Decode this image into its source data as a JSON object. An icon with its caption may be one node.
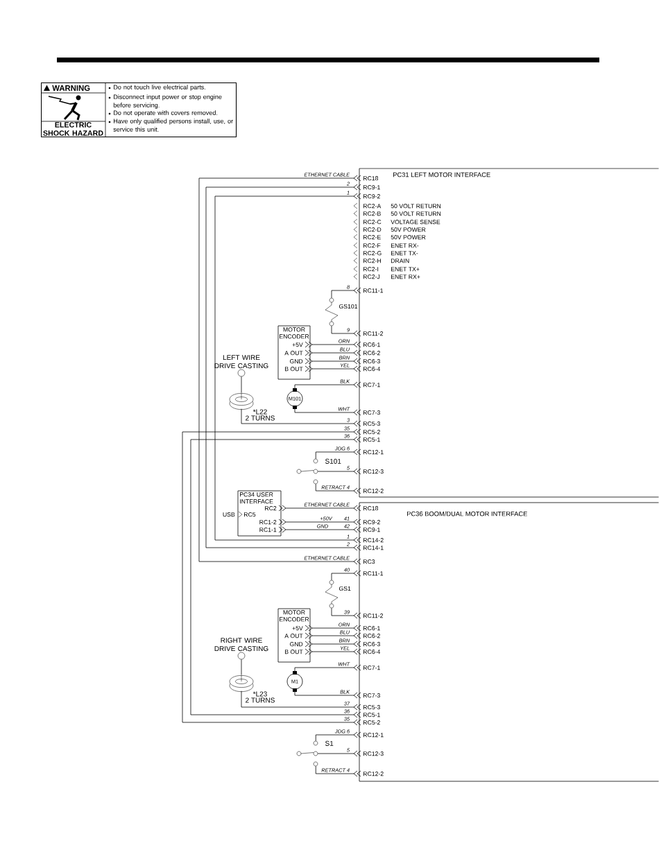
{
  "diagram": {
    "nodes": [
      {
        "text": [
          "WARNING",
          "ELECTRIC SHOCK HAZARD",
          "Do not touch live electrical parts.",
          "Disconnect input power or stop engine before servicing.",
          "Do not operate with covers removed.",
          "Have only qualified persons install, use, or service this unit."
        ]
      },
      {
        "text": [
          "PC31 LEFT MOTOR INTERFACE"
        ]
      },
      {
        "text": [
          "RC18"
        ],
        "in": 1
      },
      {
        "text": [
          "RC9-1"
        ],
        "in": 1
      },
      {
        "text": [
          "RC9-2"
        ],
        "in": 1
      },
      {
        "text": [
          "RC2-A",
          "50 VOLT RETURN"
        ],
        "in": 1
      },
      {
        "text": [
          "RC2-B",
          "50 VOLT RETURN"
        ],
        "in": 1
      },
      {
        "text": [
          "RC2-C",
          "VOLTAGE SENSE"
        ],
        "in": 1
      },
      {
        "text": [
          "RC2-D",
          "50V POWER"
        ],
        "in": 1
      },
      {
        "text": [
          "RC2-E",
          "50V POWER"
        ],
        "in": 1
      },
      {
        "text": [
          "RC2-F",
          "ENET RX-"
        ],
        "in": 1
      },
      {
        "text": [
          "RC2-G",
          "ENET TX-"
        ],
        "in": 1
      },
      {
        "text": [
          "RC2-H",
          "DRAIN"
        ],
        "in": 1
      },
      {
        "text": [
          "RC2-I",
          "ENET TX+"
        ],
        "in": 1
      },
      {
        "text": [
          "RC2-J",
          "ENET RX+"
        ],
        "in": 1
      },
      {
        "text": [
          "RC11-1"
        ],
        "in": 1
      },
      {
        "text": [
          "RC11-2"
        ],
        "in": 1
      },
      {
        "text": [
          "RC6-1"
        ],
        "in": 1
      },
      {
        "text": [
          "RC6-2"
        ],
        "in": 1
      },
      {
        "text": [
          "RC6-3"
        ],
        "in": 1
      },
      {
        "text": [
          "RC6-4"
        ],
        "in": 1
      },
      {
        "text": [
          "RC7-1"
        ],
        "in": 1
      },
      {
        "text": [
          "RC7-3"
        ],
        "in": 1
      },
      {
        "text": [
          "RC5-3"
        ],
        "in": 1
      },
      {
        "text": [
          "RC5-2"
        ],
        "in": 1
      },
      {
        "text": [
          "RC5-1"
        ],
        "in": 1
      },
      {
        "text": [
          "RC12-1"
        ],
        "in": 1
      },
      {
        "text": [
          "RC12-3"
        ],
        "in": 1
      },
      {
        "text": [
          "RC12-2"
        ],
        "in": 1
      },
      {
        "text": [
          "GS101"
        ]
      },
      {
        "text": [
          "MOTOR ENCODER"
        ]
      },
      {
        "text": [
          "+5V"
        ],
        "in": 30
      },
      {
        "text": [
          "A OUT"
        ],
        "in": 30
      },
      {
        "text": [
          "GND"
        ],
        "in": 30
      },
      {
        "text": [
          "B OUT"
        ],
        "in": 30
      },
      {
        "text": [
          "M101"
        ]
      },
      {
        "text": [
          "LEFT WIRE DRIVE CASTING"
        ]
      },
      {
        "text": [
          "*L22",
          "2 TURNS"
        ]
      },
      {
        "text": [
          "S101"
        ]
      },
      {
        "text": [
          "PC34 USER INTERFACE"
        ]
      },
      {
        "text": [
          "RC2"
        ],
        "in": 39
      },
      {
        "text": [
          "RC5"
        ],
        "in": 39
      },
      {
        "text": [
          "RC1-2"
        ],
        "in": 39
      },
      {
        "text": [
          "RC1-1"
        ],
        "in": 39
      },
      {
        "text": [
          "PC36 BOOM/DUAL MOTOR INTERFACE"
        ]
      },
      {
        "text": [
          "RC18"
        ],
        "in": 44
      },
      {
        "text": [
          "RC9-2"
        ],
        "in": 44
      },
      {
        "text": [
          "RC9-1"
        ],
        "in": 44
      },
      {
        "text": [
          "RC14-2"
        ],
        "in": 44
      },
      {
        "text": [
          "RC14-1"
        ],
        "in": 44
      },
      {
        "text": [
          "RC3"
        ],
        "in": 44
      },
      {
        "text": [
          "RC11-1"
        ],
        "in": 44
      },
      {
        "text": [
          "RC11-2"
        ],
        "in": 44
      },
      {
        "text": [
          "RC6-1"
        ],
        "in": 44
      },
      {
        "text": [
          "RC6-2"
        ],
        "in": 44
      },
      {
        "text": [
          "RC6-3"
        ],
        "in": 44
      },
      {
        "text": [
          "RC6-4"
        ],
        "in": 44
      },
      {
        "text": [
          "RC7-1"
        ],
        "in": 44
      },
      {
        "text": [
          "RC7-3"
        ],
        "in": 44
      },
      {
        "text": [
          "RC5-3"
        ],
        "in": 44
      },
      {
        "text": [
          "RC5-1"
        ],
        "in": 44
      },
      {
        "text": [
          "RC5-2"
        ],
        "in": 44
      },
      {
        "text": [
          "RC12-1"
        ],
        "in": 44
      },
      {
        "text": [
          "RC12-3"
        ],
        "in": 44
      },
      {
        "text": [
          "RC12-2"
        ],
        "in": 44
      },
      {
        "text": [
          "GS1"
        ]
      },
      {
        "text": [
          "MOTOR ENCODER"
        ]
      },
      {
        "text": [
          "+5V"
        ],
        "in": 66
      },
      {
        "text": [
          "A OUT"
        ],
        "in": 66
      },
      {
        "text": [
          "GND"
        ],
        "in": 66
      },
      {
        "text": [
          "B OUT"
        ],
        "in": 66
      },
      {
        "text": [
          "M1"
        ]
      },
      {
        "text": [
          "RIGHT WIRE DRIVE CASTING"
        ]
      },
      {
        "text": [
          "*L23",
          "2 TURNS"
        ]
      },
      {
        "text": [
          "S1"
        ]
      }
    ],
    "edges": [
      {
        "from": 2,
        "to": 50,
        "arrow": "other",
        "label": "ETHERNET CABLE"
      },
      {
        "from": 3,
        "to": 49,
        "arrow": "other",
        "label": "2"
      },
      {
        "from": 4,
        "to": 48,
        "arrow": "other",
        "label": "1"
      },
      {
        "from": 29,
        "to": 15,
        "arrow": "other",
        "label": "8"
      },
      {
        "from": 29,
        "to": 16,
        "arrow": "other",
        "label": "9"
      },
      {
        "from": 31,
        "to": 17,
        "arrow": "other",
        "label": "ORN"
      },
      {
        "from": 32,
        "to": 18,
        "arrow": "other",
        "label": "BLU"
      },
      {
        "from": 33,
        "to": 19,
        "arrow": "other",
        "label": "BRN"
      },
      {
        "from": 34,
        "to": 20,
        "arrow": "other",
        "label": "YEL"
      },
      {
        "from": 35,
        "to": 21,
        "arrow": "other",
        "label": "BLK"
      },
      {
        "from": 35,
        "to": 22,
        "arrow": "other",
        "label": "WHT"
      },
      {
        "from": 36,
        "to": 37,
        "arrow": "none"
      },
      {
        "from": 37,
        "to": 23,
        "arrow": "other",
        "label": "3"
      },
      {
        "from": 24,
        "to": 61,
        "arrow": "other",
        "label": "35"
      },
      {
        "from": 25,
        "to": 60,
        "arrow": "other",
        "label": "36"
      },
      {
        "from": 38,
        "to": 26,
        "arrow": "other",
        "label": "JOG 6"
      },
      {
        "from": 38,
        "to": 27,
        "arrow": "other",
        "label": "5"
      },
      {
        "from": 38,
        "to": 28,
        "arrow": "other",
        "label": "RETRACT 4"
      },
      {
        "from": 40,
        "to": 45,
        "arrow": "other",
        "label": "ETHERNET CABLE"
      },
      {
        "from": 42,
        "to": 46,
        "arrow": "other",
        "label": "+50V"
      },
      {
        "from": 43,
        "to": 47,
        "arrow": "other",
        "label": "GND"
      },
      {
        "from": 65,
        "to": 51,
        "arrow": "other",
        "label": "40"
      },
      {
        "from": 65,
        "to": 52,
        "arrow": "other",
        "label": "39"
      },
      {
        "from": 67,
        "to": 53,
        "arrow": "other",
        "label": "ORN"
      },
      {
        "from": 68,
        "to": 54,
        "arrow": "other",
        "label": "BLU"
      },
      {
        "from": 69,
        "to": 55,
        "arrow": "other",
        "label": "BRN"
      },
      {
        "from": 70,
        "to": 56,
        "arrow": "other",
        "label": "YEL"
      },
      {
        "from": 71,
        "to": 57,
        "arrow": "other",
        "label": "WHT"
      },
      {
        "from": 71,
        "to": 58,
        "arrow": "other",
        "label": "BLK"
      },
      {
        "from": 72,
        "to": 73,
        "arrow": "none"
      },
      {
        "from": 73,
        "to": 59,
        "arrow": "other",
        "label": "37"
      },
      {
        "from": 74,
        "to": 62,
        "arrow": "other",
        "label": "JOG 6"
      },
      {
        "from": 74,
        "to": 63,
        "arrow": "other",
        "label": "5"
      },
      {
        "from": 74,
        "to": 64,
        "arrow": "other",
        "label": "RETRACT 4"
      }
    ],
    "labels": [
      "USB",
      "41",
      "42",
      "1",
      "2",
      "ETHERNET CABLE",
      "36",
      "35"
    ]
  }
}
